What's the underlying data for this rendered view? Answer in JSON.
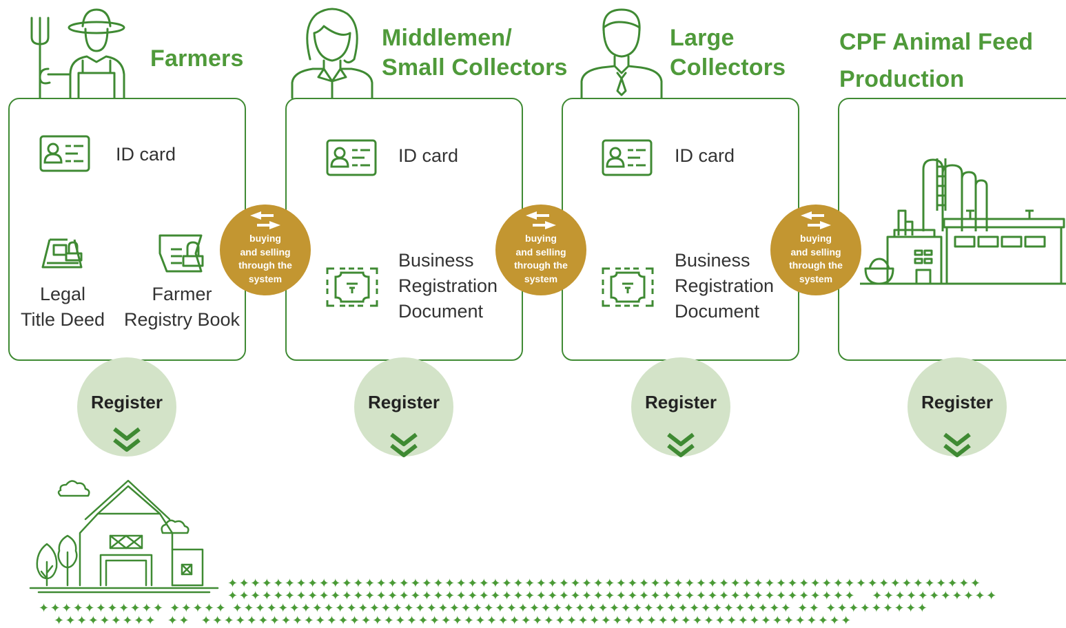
{
  "stages": [
    {
      "title_line1": "Farmers",
      "title_line2": ""
    },
    {
      "title_line1": "Middlemen/",
      "title_line2": "Small Collectors"
    },
    {
      "title_line1": "Large",
      "title_line2": "Collectors"
    },
    {
      "title_line1": "CPF Animal Feed",
      "title_line2": "Production Facilities"
    }
  ],
  "documents": {
    "farmers": {
      "id_card": "ID card",
      "legal_title_deed_line1": "Legal",
      "legal_title_deed_line2": "Title Deed",
      "farmer_registry_book_line1": "Farmer",
      "farmer_registry_book_line2": "Registry Book"
    },
    "middlemen": {
      "id_card": "ID card",
      "business_registration_line1": "Business",
      "business_registration_line2": "Registration",
      "business_registration_line3": "Document"
    },
    "large_collectors": {
      "id_card": "ID card",
      "business_registration_line1": "Business",
      "business_registration_line2": "Registration",
      "business_registration_line3": "Document"
    }
  },
  "trade_badge": {
    "line1": "buying",
    "line2": "and selling",
    "line3": "through the",
    "line4": "system"
  },
  "register_label": "Register",
  "icons": [
    "farmer-icon",
    "woman-icon",
    "businessman-icon",
    "id-card-icon",
    "land-deed-icon",
    "registry-book-icon",
    "certificate-icon",
    "factory-icon",
    "barn-icon",
    "exchange-arrows-icon",
    "chevron-down-double-icon"
  ],
  "colors": {
    "green": "#4f9a3a",
    "dark_green": "#3f8a33",
    "gold": "#c39631",
    "register_circle": "#d3e3c8"
  }
}
